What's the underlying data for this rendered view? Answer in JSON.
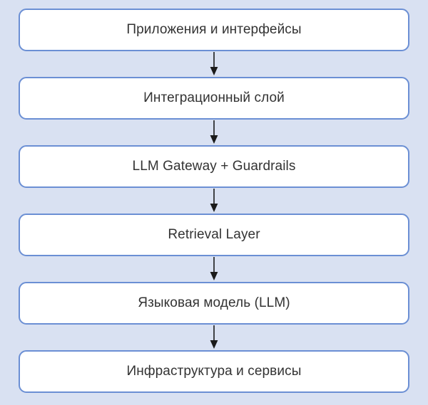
{
  "diagram": {
    "type": "vertical-flow-stack",
    "orientation": "top-to-bottom",
    "background_color": "#d9e1f2",
    "node_fill_color": "#ffffff",
    "node_border_color": "#6b8fd4",
    "text_color": "#333333",
    "arrow_color": "#1a1a1a",
    "node_count": 6,
    "arrow_count": 5,
    "nodes": [
      {
        "id": "applications-and-interfaces",
        "label": "Приложения и интерфейсы"
      },
      {
        "id": "integration-layer",
        "label": "Интеграционный слой"
      },
      {
        "id": "llm-gateway-guardrails",
        "label": "LLM Gateway + Guardrails"
      },
      {
        "id": "retrieval-layer",
        "label": "Retrieval Layer"
      },
      {
        "id": "language-model-llm",
        "label": "Языковая модель (LLM)"
      },
      {
        "id": "infrastructure-and-services",
        "label": "Инфраструктура и сервисы"
      }
    ],
    "arrows": [
      {
        "id": "arrow-1",
        "from": "applications-and-interfaces",
        "to": "integration-layer",
        "icon": "down-arrow-icon"
      },
      {
        "id": "arrow-2",
        "from": "integration-layer",
        "to": "llm-gateway-guardrails",
        "icon": "down-arrow-icon"
      },
      {
        "id": "arrow-3",
        "from": "llm-gateway-guardrails",
        "to": "retrieval-layer",
        "icon": "down-arrow-icon"
      },
      {
        "id": "arrow-4",
        "from": "retrieval-layer",
        "to": "language-model-llm",
        "icon": "down-arrow-icon"
      },
      {
        "id": "arrow-5",
        "from": "language-model-llm",
        "to": "infrastructure-and-services",
        "icon": "down-arrow-icon"
      }
    ]
  }
}
